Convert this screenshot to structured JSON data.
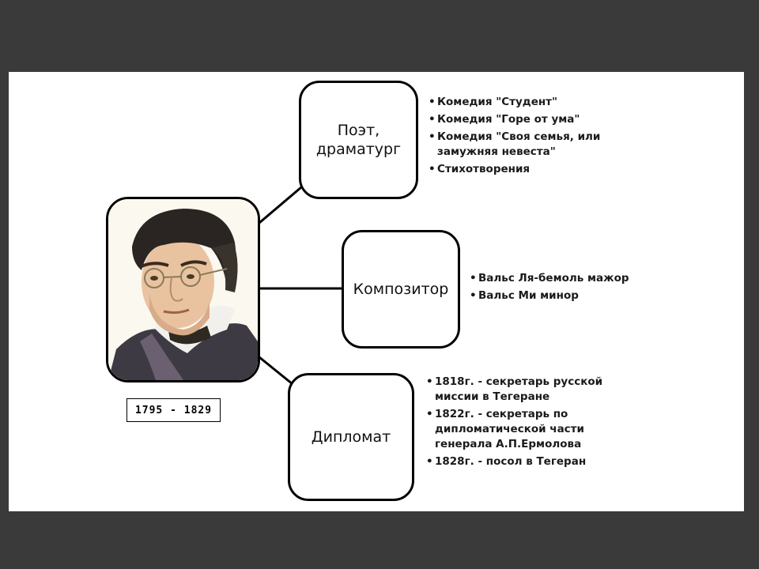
{
  "colors": {
    "frame_background": "#3a3a3a",
    "slide_background": "#ffffff",
    "stroke": "#000000"
  },
  "portrait": {
    "icon": "portrait-image",
    "description": "Portrait of a man with dark hair and round spectacles"
  },
  "dates": "1795 - 1829",
  "roles": [
    {
      "title": "Поэт, драматург",
      "title_lines": [
        "Поэт,",
        "драматург"
      ],
      "items": [
        "Комедия \"Студент\"",
        "Комедия \"Горе от ума\"",
        "Комедия \"Своя семья, или замужняя невеста\"",
        "Стихотворения"
      ]
    },
    {
      "title": "Композитор",
      "items": [
        "Вальс Ля-бемоль мажор",
        "Вальс Ми минор"
      ]
    },
    {
      "title": "Дипломат",
      "items": [
        "1818г. - секретарь русской миссии в Тегеране",
        "1822г. - секретарь по дипломатической части генерала А.П.Ермолова",
        "1828г. - посол в Тегеран"
      ]
    }
  ]
}
